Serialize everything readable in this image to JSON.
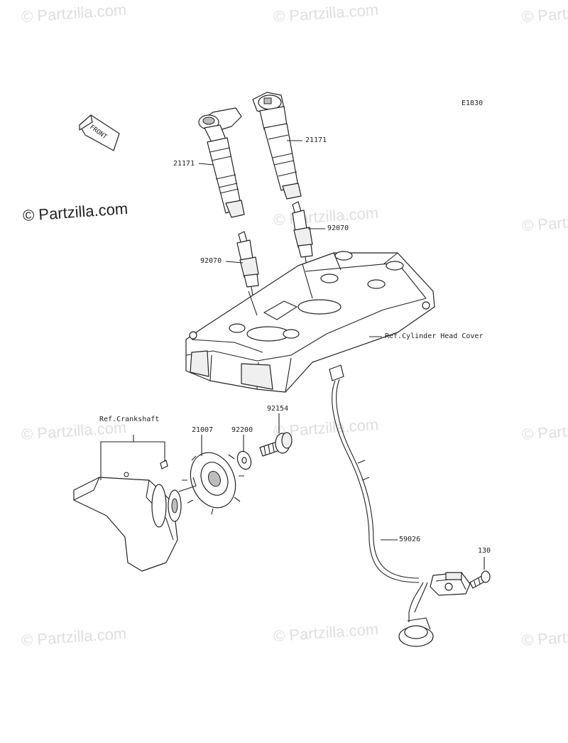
{
  "diagram_code": "E1830",
  "front_label": "FRONT",
  "watermark_main": "© Partzilla.com",
  "watermark_faint": "© Partzilla.com",
  "callouts": {
    "coil_left": "21171",
    "coil_right": "21171",
    "plug_left": "92070",
    "plug_right": "92070",
    "head_cover_ref": "Ref.Cylinder Head Cover",
    "crankshaft_ref": "Ref.Crankshaft",
    "rotor": "21007",
    "washer": "92200",
    "bolt_rotor": "92154",
    "harness": "59026",
    "bolt_sensor": "130"
  }
}
